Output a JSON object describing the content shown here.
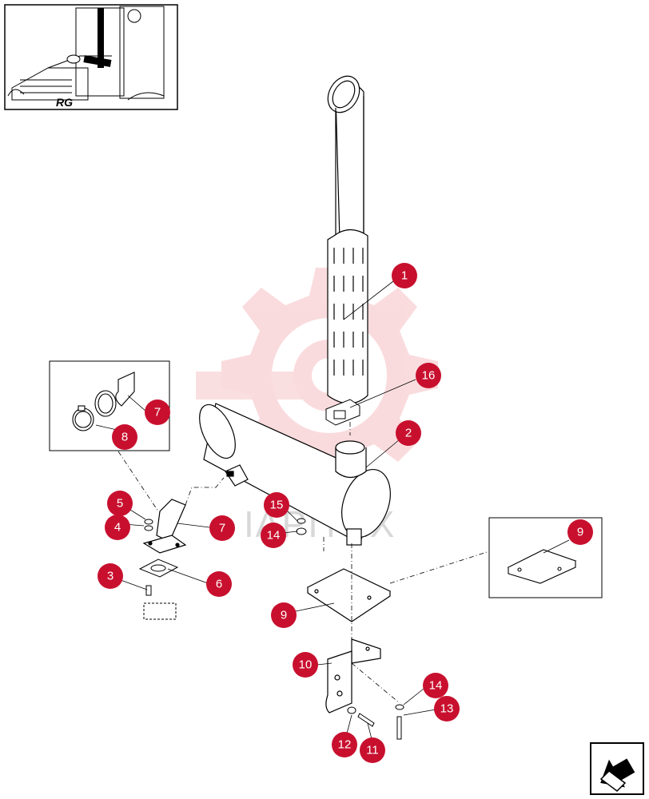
{
  "watermark": {
    "text": "IAPITEX",
    "color": "#f4b8bd"
  },
  "thumbnail": {
    "badge_text": "RG"
  },
  "callout_color": "#c8102e",
  "callouts": [
    "1",
    "2",
    "3",
    "4",
    "5",
    "6",
    "7",
    "7",
    "8",
    "9",
    "9",
    "10",
    "11",
    "12",
    "13",
    "14",
    "14",
    "15",
    "16"
  ],
  "nav": {
    "icon": "next-arrow-icon"
  }
}
